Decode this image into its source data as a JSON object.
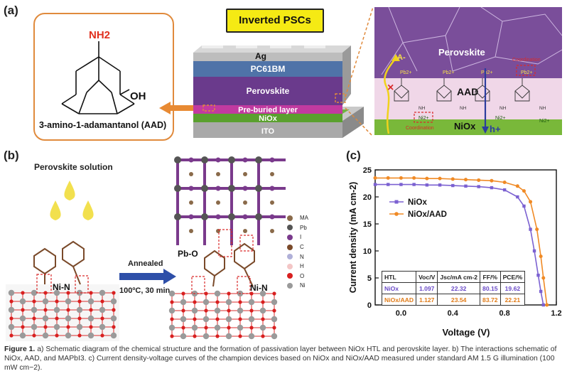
{
  "panels": {
    "a": "(a)",
    "b": "(b)",
    "c": "(c)"
  },
  "panel_a": {
    "molecule_amine": "NH2",
    "molecule_hydroxyl": "OH",
    "molecule_name": "3-amino-1-adamantanol (AAD)",
    "device_title": "Inverted PSCs",
    "layers": [
      "Ag",
      "PC61BM",
      "Perovskite",
      "Pre-buried layer",
      "NiOx",
      "ITO"
    ],
    "inset": {
      "perovskite": "Perovskite",
      "aad": "AAD",
      "niox": "NiOx",
      "pb": "Pb2+",
      "ni": "Ni2+",
      "coordination": "Coordination",
      "hole": "h+",
      "anion": "A-",
      "nh": "NH",
      "block_mark": "×",
      "colors": {
        "perovskite": "#7a4e9a",
        "aad": "#f0d7e8",
        "niox": "#79b83a",
        "blocked": "#f0d21c",
        "hole_arrow": "#2c3d9e",
        "coord": "#d92b2b"
      }
    }
  },
  "panel_b": {
    "solution_label": "Perovskite solution",
    "annealed_label": "Annealed",
    "condition_label": "100ºC, 30 min",
    "bond_left": "Ni-N",
    "bond_right": "Ni-N",
    "bond_top": "Pb-O",
    "legend": [
      {
        "label": "MA",
        "color": "#8a6a4a"
      },
      {
        "label": "Pb",
        "color": "#555555"
      },
      {
        "label": "I",
        "color": "#7a3a8c"
      },
      {
        "label": "C",
        "color": "#7a4a2a"
      },
      {
        "label": "N",
        "color": "#b0b0d8"
      },
      {
        "label": "H",
        "color": "#f3c6c6"
      },
      {
        "label": "O",
        "color": "#d82020"
      },
      {
        "label": "Ni",
        "color": "#9a9a9a"
      }
    ]
  },
  "chart_data": {
    "type": "line",
    "xlabel": "Voltage (V)",
    "ylabel": "Current density (mA cm-2)",
    "xlim": [
      -0.2,
      1.2
    ],
    "ylim": [
      0,
      25
    ],
    "xticks": [
      0.0,
      0.4,
      0.8,
      1.2
    ],
    "yticks": [
      0,
      5,
      10,
      15,
      20,
      25
    ],
    "legend_position": "upper-middle",
    "series": [
      {
        "name": "NiOx",
        "color": "#7b61d1",
        "marker": "square",
        "x": [
          -0.2,
          -0.1,
          0.0,
          0.1,
          0.2,
          0.3,
          0.4,
          0.5,
          0.6,
          0.7,
          0.8,
          0.9,
          0.95,
          1.0,
          1.03,
          1.06,
          1.08,
          1.1
        ],
        "y": [
          22.3,
          22.3,
          22.3,
          22.3,
          22.2,
          22.2,
          22.1,
          22.0,
          21.9,
          21.7,
          21.3,
          20.0,
          18.3,
          14.0,
          10.0,
          5.5,
          2.5,
          0.0
        ]
      },
      {
        "name": "NiOx/AAD",
        "color": "#f08a25",
        "marker": "circle",
        "x": [
          -0.2,
          -0.1,
          0.0,
          0.1,
          0.2,
          0.3,
          0.4,
          0.5,
          0.6,
          0.7,
          0.8,
          0.9,
          0.95,
          1.0,
          1.05,
          1.08,
          1.1,
          1.127
        ],
        "y": [
          23.5,
          23.5,
          23.5,
          23.5,
          23.4,
          23.4,
          23.3,
          23.2,
          23.1,
          23.0,
          22.7,
          22.0,
          21.1,
          19.1,
          14.0,
          9.0,
          5.0,
          0.0
        ]
      }
    ],
    "table": {
      "headers": [
        "HTL",
        "Voc/V",
        "Jsc/mA cm-2",
        "FF/%",
        "PCE/%"
      ],
      "rows": [
        [
          "NiOx",
          "1.097",
          "22.32",
          "80.15",
          "19.62"
        ],
        [
          "NiOx/AAD",
          "1.127",
          "23.54",
          "83.72",
          "22.21"
        ]
      ]
    }
  },
  "caption": {
    "label": "Figure 1.",
    "text": "a) Schematic diagram of the chemical structure and the formation of passivation layer between NiOx HTL and perovskite layer. b) The interactions schematic of NiOx, AAD, and MAPbI3. c) Current density-voltage curves of the champion devices based on NiOx and NiOx/AAD measured under standard AM 1.5 G illumination (100 mW cm−2)."
  }
}
